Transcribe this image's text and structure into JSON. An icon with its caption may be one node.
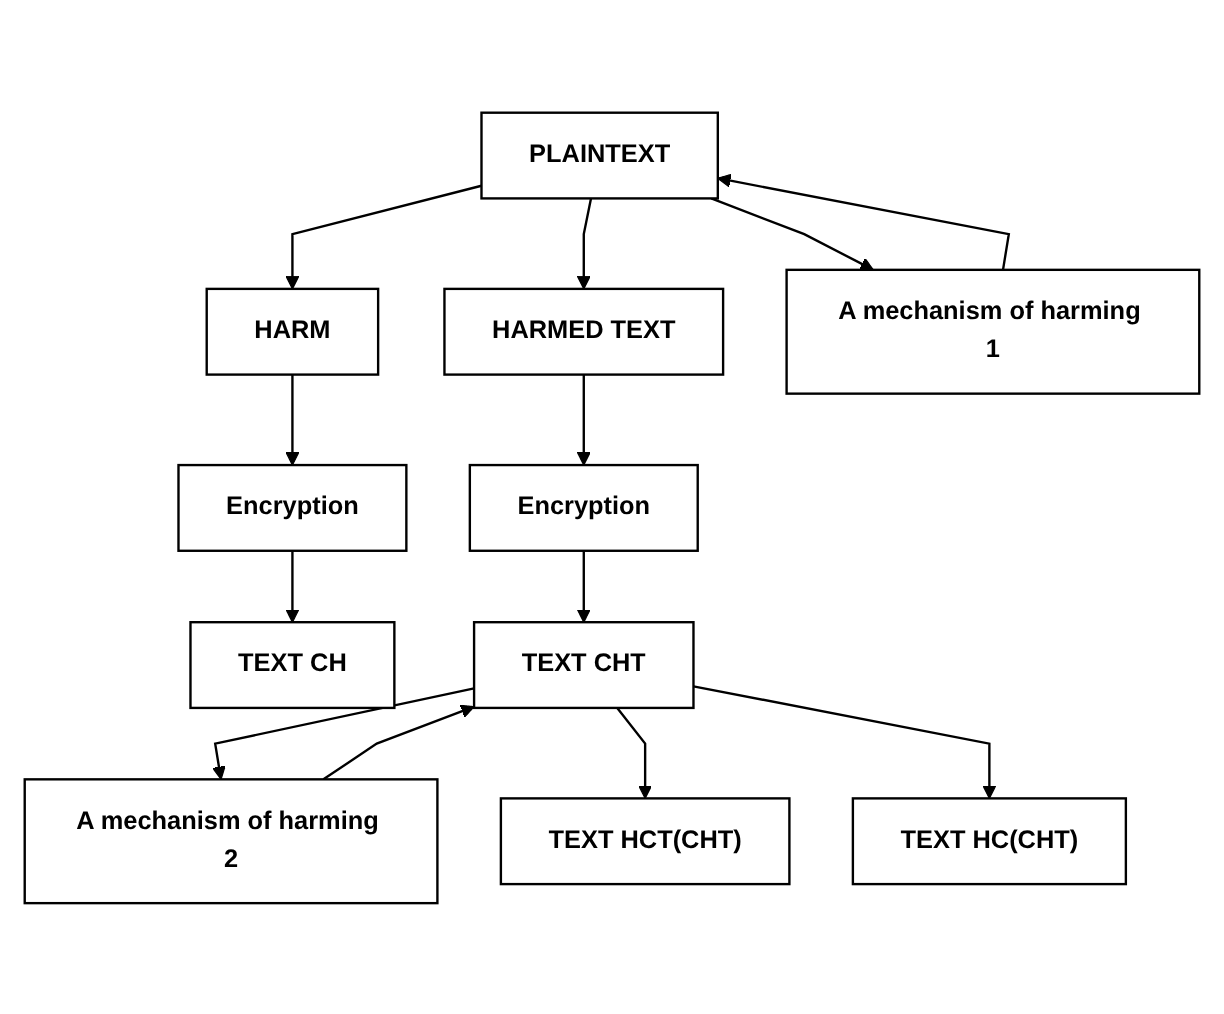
{
  "diagram": {
    "nodes": [
      {
        "text": [
          "HARM"
        ]
      },
      {
        "text": [
          "Encryption"
        ]
      },
      {
        "text": [
          "TEXT CH"
        ]
      },
      {
        "text": [
          "PLAINTEXT"
        ]
      },
      {
        "text": [
          "HARMED TEXT"
        ]
      },
      {
        "text": [
          "Encryption"
        ]
      },
      {
        "text": [
          "A mechanism of harming 1"
        ]
      },
      {
        "text": [
          "TEXT CHT"
        ]
      },
      {
        "text": [
          "A mechanism of harming 2"
        ]
      },
      {
        "text": [
          "TEXT HCT(CHT)"
        ]
      },
      {
        "text": [
          "TEXT HC(CHT)"
        ]
      }
    ],
    "edges": [
      {
        "from": 0,
        "to": 1,
        "arrow": "to"
      },
      {
        "from": 1,
        "to": 2,
        "arrow": "to"
      },
      {
        "from": 3,
        "to": 0,
        "arrow": "to"
      },
      {
        "from": 3,
        "to": 4,
        "arrow": "to"
      },
      {
        "from": 4,
        "to": 5,
        "arrow": "to"
      },
      {
        "from": 6,
        "to": 3,
        "arrow": "to"
      },
      {
        "from": 3,
        "to": 6,
        "arrow": "to"
      },
      {
        "from": 5,
        "to": 7,
        "arrow": "to"
      },
      {
        "from": 8,
        "to": 7,
        "arrow": "to"
      },
      {
        "from": 7,
        "to": 8,
        "arrow": "to"
      },
      {
        "from": 7,
        "to": 9,
        "arrow": "to"
      },
      {
        "from": 7,
        "to": 10,
        "arrow": "to"
      }
    ]
  }
}
